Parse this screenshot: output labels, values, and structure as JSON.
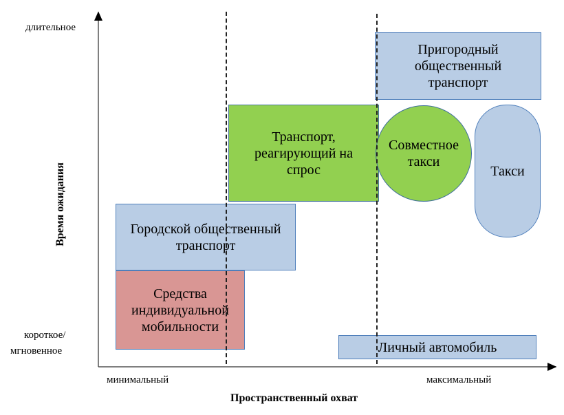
{
  "axes": {
    "y_title": "Время ожидания",
    "x_title": "Пространственный охват",
    "y_high": "длительное",
    "y_low_line1": "короткое/",
    "y_low_line2": "мгновенное",
    "x_low": "минимальный",
    "x_high": "максимальный"
  },
  "shapes": {
    "suburban": "Пригородный общественный транспорт",
    "drt": "Транспорт, реагирующий на спрос",
    "shared_taxi": "Совместное такси",
    "taxi": "Такси",
    "urban": "Городской общественный транспорт",
    "micromobility": "Средства индивидуальной мобильности",
    "car": "Личный автомобиль"
  },
  "colors": {
    "blue": "#b9cde5",
    "green": "#92d050",
    "red": "#d99694",
    "border": "#4f7fbb"
  }
}
